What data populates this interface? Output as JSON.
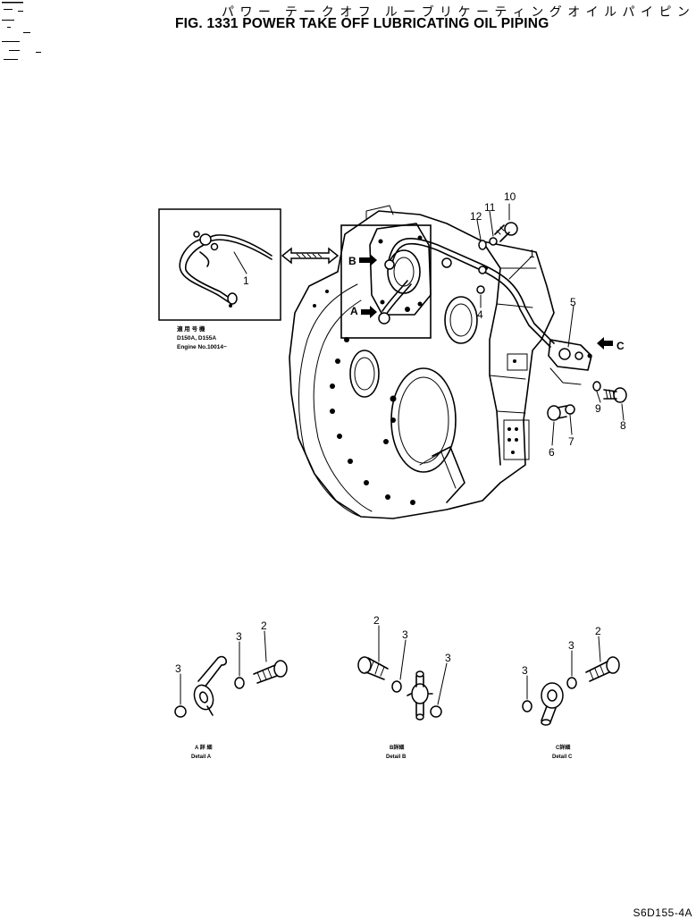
{
  "header": {
    "title_jp": "パ ワ ー　テ ー ク オ フ　ル ー ブ リ ケ ー テ ィ ン グ オ イ ル パ イ ピ ン グ",
    "title_en": "FIG. 1331  POWER TAKE OFF LUBRICATING OIL PIPING"
  },
  "footer": {
    "code": "S6D155-4A"
  },
  "main_view": {
    "callouts": {
      "p1": "1",
      "p4": "4",
      "p5": "5",
      "p6": "6",
      "p7": "7",
      "p8": "8",
      "p9": "9",
      "p10": "10",
      "p11": "11",
      "p12": "12"
    },
    "view_arrows": {
      "a": "A",
      "b": "B",
      "c": "C"
    }
  },
  "inset": {
    "part_label": "1",
    "serial_jp": "適 用 号 機",
    "models": "D150A, D155A",
    "engine": "Engine No.10014~"
  },
  "details": [
    {
      "jp": "A 詳 細",
      "en": "Detail A",
      "labels": [
        "2",
        "3",
        "3"
      ]
    },
    {
      "jp": "B詳細",
      "en": "Detail B",
      "labels": [
        "2",
        "3",
        "3"
      ]
    },
    {
      "jp": "C詳細",
      "en": "Detail C",
      "labels": [
        "2",
        "3",
        "3"
      ]
    }
  ]
}
